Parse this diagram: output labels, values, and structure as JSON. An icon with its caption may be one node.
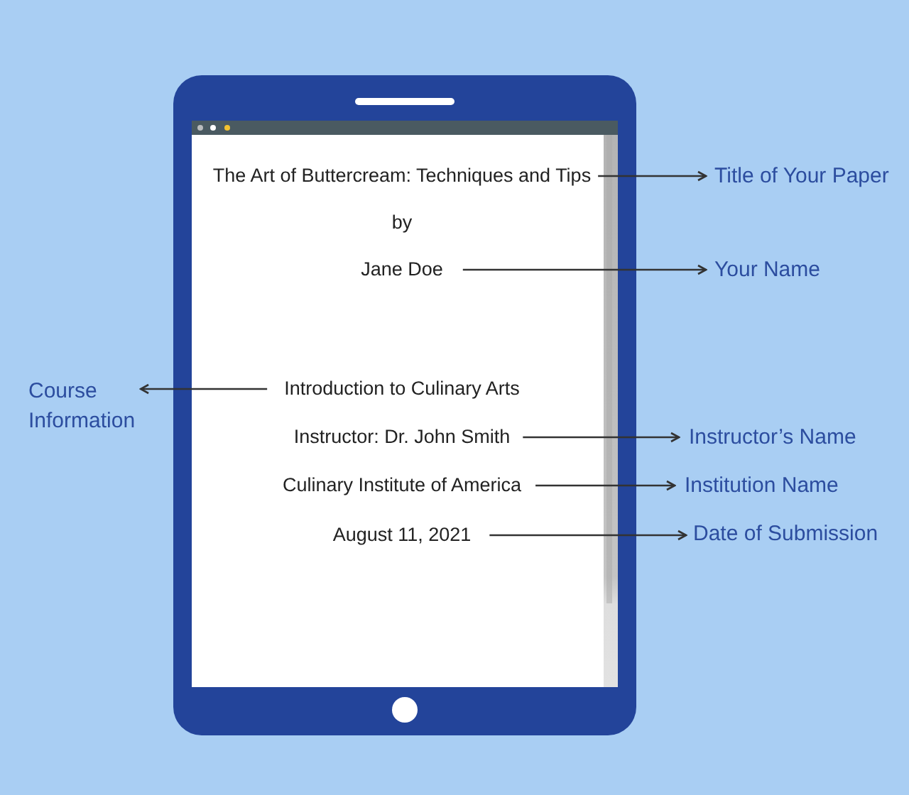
{
  "diagram": {
    "nodes": [
      {
        "text": [],
        "shape": "tablet"
      },
      {
        "text": [
          "The Art of Buttercream: Techniques and Tips"
        ],
        "in": 0
      },
      {
        "text": [
          "Title of Your Paper"
        ]
      },
      {
        "text": [
          "Jane Doe"
        ],
        "in": 0
      },
      {
        "text": [
          "Your Name"
        ]
      },
      {
        "text": [
          "Course Information"
        ]
      },
      {
        "text": [
          "Introduction to Culinary Arts"
        ],
        "in": 0
      },
      {
        "text": [
          "Instructor: Dr. John Smith"
        ],
        "in": 0
      },
      {
        "text": [
          "Instructor’s Name"
        ]
      },
      {
        "text": [
          "Culinary Institute of America"
        ],
        "in": 0
      },
      {
        "text": [
          "Institution Name"
        ]
      },
      {
        "text": [
          "August 11, 2021"
        ],
        "in": 0
      },
      {
        "text": [
          "Date of Submission"
        ]
      }
    ],
    "edges": [
      {
        "from": 1,
        "to": 2,
        "arrow": "to"
      },
      {
        "from": 3,
        "to": 4,
        "arrow": "to"
      },
      {
        "from": 6,
        "to": 5,
        "arrow": "to"
      },
      {
        "from": 7,
        "to": 8,
        "arrow": "to"
      },
      {
        "from": 9,
        "to": 10,
        "arrow": "to"
      },
      {
        "from": 11,
        "to": 12,
        "arrow": "to"
      }
    ],
    "labels": [
      "by"
    ]
  }
}
